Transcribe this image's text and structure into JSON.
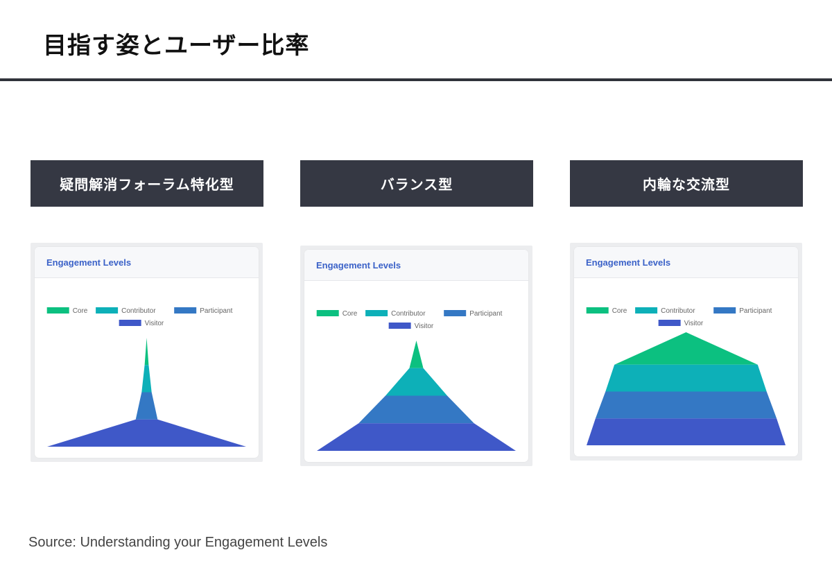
{
  "page": {
    "title": "目指す姿とユーザー比率",
    "source": "Source: Understanding your Engagement Levels"
  },
  "colors": {
    "Core": "#0cc080",
    "Contributor": "#0db0b8",
    "Participant": "#3478c4",
    "Visitor": "#3f58c8"
  },
  "chart_data": [
    {
      "type": "area",
      "column_label": "疑問解消フォーラム特化型",
      "title": "Engagement Levels",
      "shape": "pyramid",
      "series": [
        {
          "name": "Core",
          "width": 0.02
        },
        {
          "name": "Contributor",
          "width": 0.05
        },
        {
          "name": "Participant",
          "width": 0.11
        },
        {
          "name": "Visitor",
          "width": 1.0
        }
      ]
    },
    {
      "type": "area",
      "column_label": "バランス型",
      "title": "Engagement Levels",
      "shape": "pyramid",
      "series": [
        {
          "name": "Core",
          "width": 0.07
        },
        {
          "name": "Contributor",
          "width": 0.31
        },
        {
          "name": "Participant",
          "width": 0.58
        },
        {
          "name": "Visitor",
          "width": 1.0
        }
      ]
    },
    {
      "type": "area",
      "column_label": "内輪な交流型",
      "title": "Engagement Levels",
      "shape": "pyramid",
      "series": [
        {
          "name": "Core",
          "width": 0.72
        },
        {
          "name": "Contributor",
          "width": 0.81
        },
        {
          "name": "Participant",
          "width": 0.91
        },
        {
          "name": "Visitor",
          "width": 1.0
        }
      ]
    }
  ]
}
